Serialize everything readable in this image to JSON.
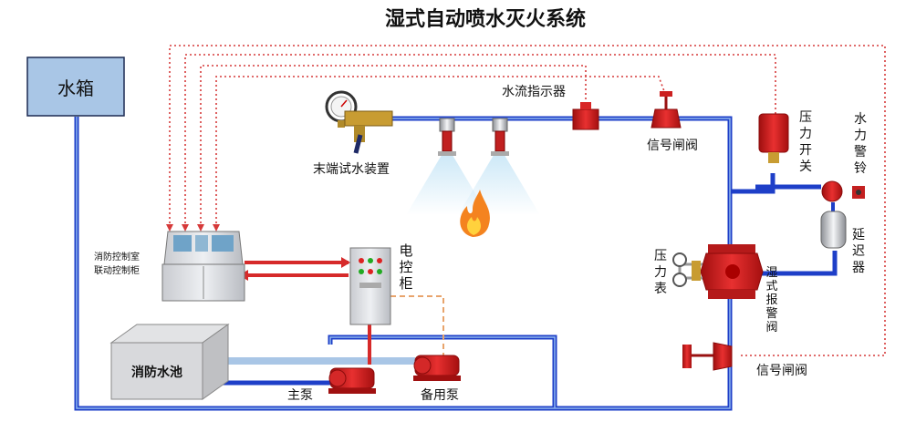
{
  "title": "湿式自动喷水灭火系统",
  "labels": {
    "water_tank": "水箱",
    "end_test_device": "末端试水装置",
    "flow_indicator": "水流指示器",
    "signal_valve_top": "信号闸阀",
    "pressure_switch": [
      "压",
      "力",
      "开",
      "关"
    ],
    "water_bell": [
      "水",
      "力",
      "警",
      "铃"
    ],
    "delay_chamber": [
      "延",
      "迟",
      "器"
    ],
    "pressure_gauge": [
      "压",
      "力",
      "表"
    ],
    "wet_alarm_valve": [
      "湿",
      "式",
      "报",
      "警",
      "阀"
    ],
    "signal_valve_bottom": "信号闸阀",
    "control_room": [
      "消防控制室",
      "联动控制柜"
    ],
    "electric_cabinet": [
      "电",
      "控",
      "柜"
    ],
    "fire_pool": "消防水池",
    "main_pump": "主泵",
    "backup_pump": "备用泵"
  },
  "colors": {
    "pipe_blue": "#1e3fc8",
    "signal_red": "#d62a2a",
    "dotted_red": "#d63a3a",
    "tank_fill": "#a9c6e6",
    "equipment_red": "#d81f1f",
    "connector_orange": "#e8a46c"
  }
}
